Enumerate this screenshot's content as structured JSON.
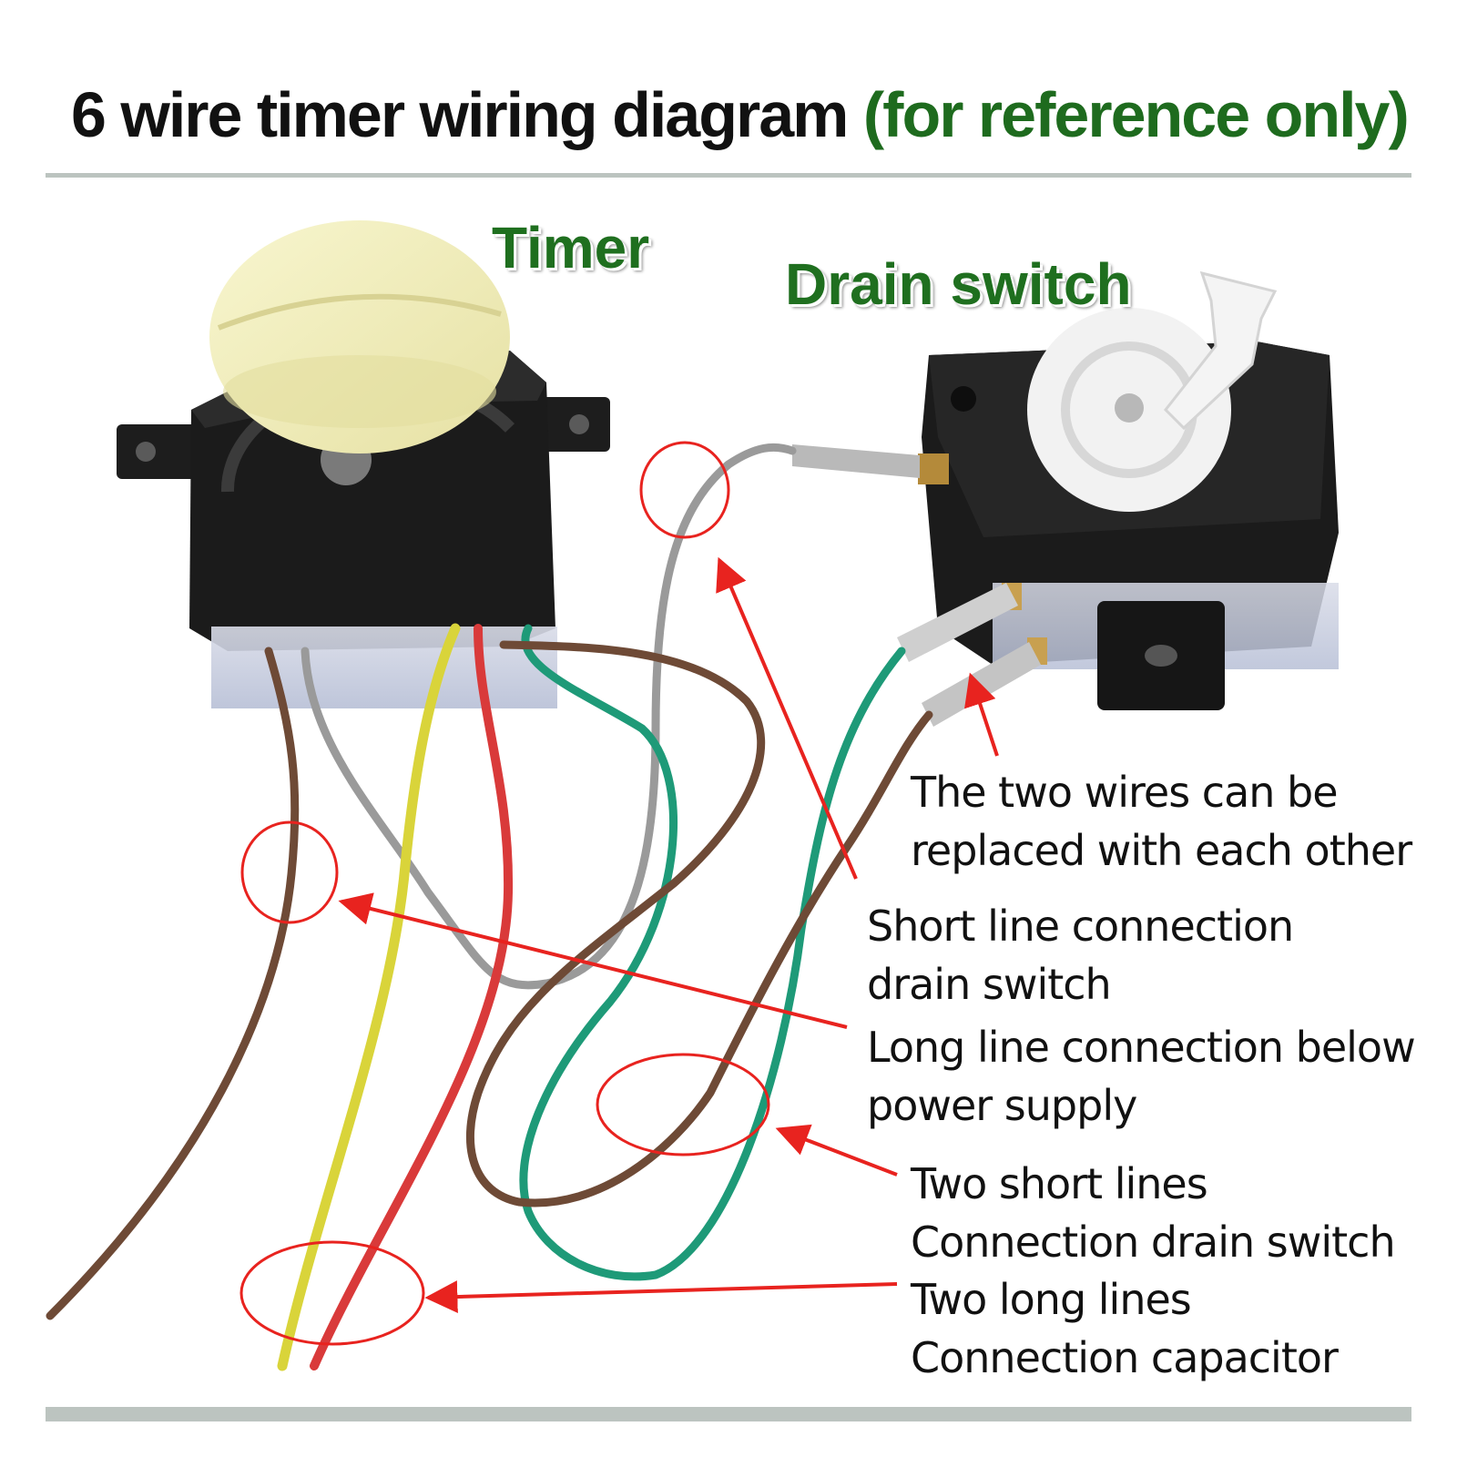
{
  "title": {
    "main": "6 wire timer wiring diagram",
    "sub": "(for reference only)"
  },
  "labels": {
    "timer": "Timer",
    "drain_switch": "Drain switch"
  },
  "notes": {
    "interchangeable": [
      "The two wires can be",
      "replaced with each other"
    ],
    "short_line": [
      "Short line connection",
      "drain switch"
    ],
    "long_line": [
      "Long line connection below",
      "power supply"
    ],
    "two_short": [
      "Two short lines",
      "Connection drain switch"
    ],
    "two_long": [
      "Two long lines",
      "Connection capacitor"
    ]
  },
  "colors": {
    "title_accent": "#1e6b1e",
    "label_green": "#1f6f1f",
    "annotation_red": "#e8231f",
    "wire_brown": "#6e4a36",
    "wire_gray": "#9a9a9a",
    "wire_yellow": "#d9d43a",
    "wire_red": "#d93a3a",
    "wire_green": "#1e9a78"
  }
}
